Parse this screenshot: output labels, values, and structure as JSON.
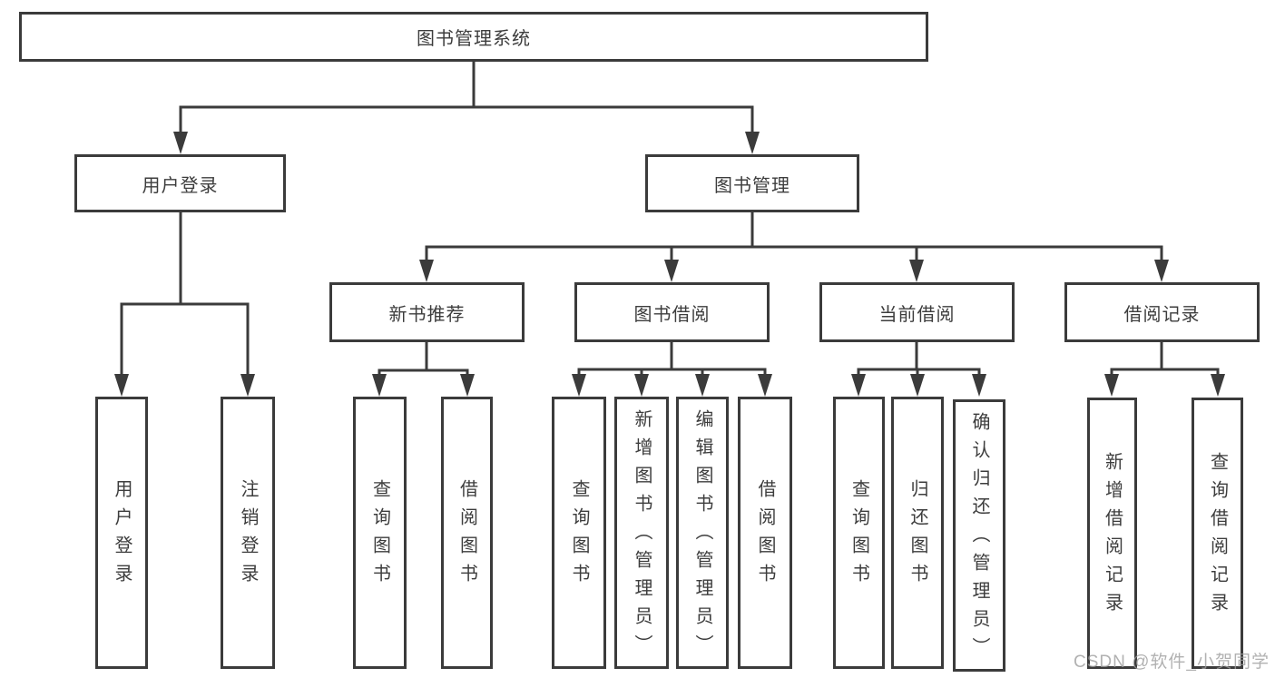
{
  "diagram": {
    "title": "图书管理系统",
    "type": "hierarchy-tree",
    "colors": {
      "line": "#3b3b3b",
      "box_border": "#3b3b3b",
      "box_fill": "#ffffff",
      "text": "#3d3d3d",
      "watermark": "#9e9e9e"
    }
  },
  "nodes": {
    "root": "图书管理系统",
    "user_login": "用户登录",
    "book_management": "图书管理",
    "new_book_recommend": "新书推荐",
    "book_borrow": "图书借阅",
    "current_borrow": "当前借阅",
    "borrow_records": "借阅记录",
    "leaf_user_login": "用户登录",
    "leaf_logout": "注销登录",
    "leaf_nbr_query_books": "查询图书",
    "leaf_nbr_borrow_books": "借阅图书",
    "leaf_bb_query_books": "查询图书",
    "leaf_bb_add_books": "新增图书（管理员）",
    "leaf_bb_edit_books": "编辑图书（管理员）",
    "leaf_bb_borrow_books": "借阅图书",
    "leaf_cb_query_books": "查询图书",
    "leaf_cb_return_books": "归还图书",
    "leaf_cb_confirm_return": "确认归还（管理员）",
    "leaf_br_add_record": "新增借阅记录",
    "leaf_br_query_record": "查询借阅记录"
  },
  "watermark": "CSDN @软件_小贺同学"
}
